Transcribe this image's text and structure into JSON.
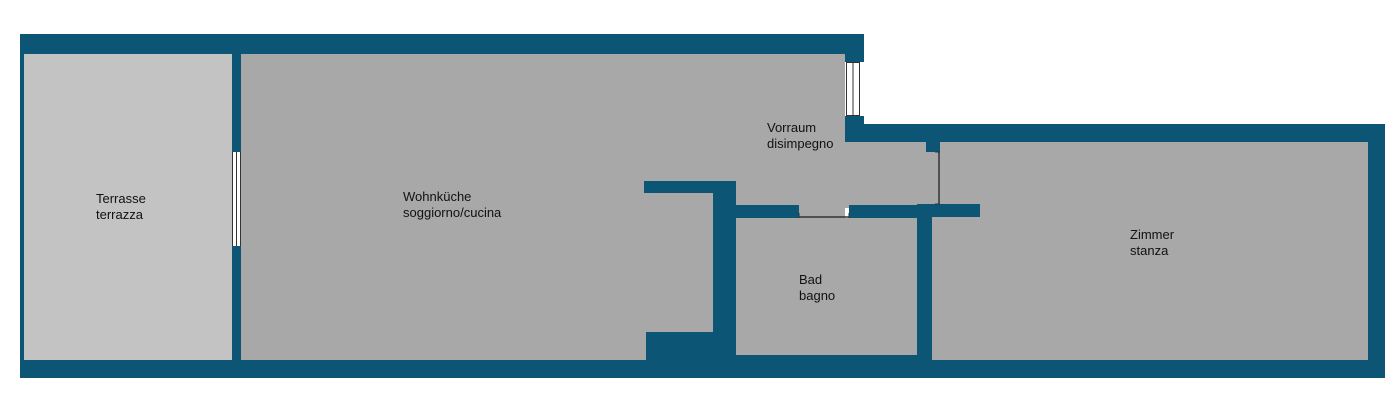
{
  "floorplan": {
    "colors": {
      "wall": "#0c5575",
      "room": "#a8a8a8",
      "terrace": "#c3c3c3",
      "opening": "#ffffff"
    },
    "rooms": [
      {
        "id": "terrace",
        "name_de": "Terrasse",
        "name_it": "terrazza"
      },
      {
        "id": "living-kitchen",
        "name_de": "Wohnküche",
        "name_it": "soggiorno/cucina"
      },
      {
        "id": "hallway",
        "name_de": "Vorraum",
        "name_it": "disimpegno"
      },
      {
        "id": "bathroom",
        "name_de": "Bad",
        "name_it": "bagno"
      },
      {
        "id": "bedroom",
        "name_de": "Zimmer",
        "name_it": "stanza"
      }
    ]
  }
}
